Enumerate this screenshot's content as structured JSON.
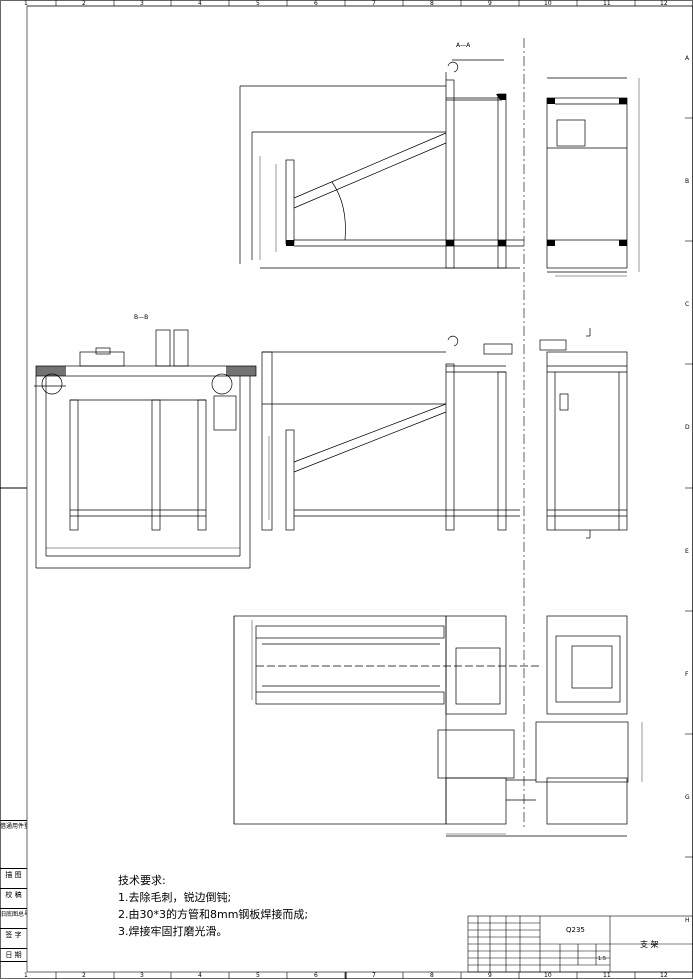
{
  "frame": {
    "columns": [
      "1",
      "2",
      "3",
      "4",
      "5",
      "6",
      "7",
      "8",
      "9",
      "10",
      "11",
      "12"
    ],
    "rows": [
      "A",
      "B",
      "C",
      "D",
      "E",
      "F",
      "G",
      "H"
    ]
  },
  "views": {
    "section_a": "A—A",
    "section_b": "B—B"
  },
  "side_stamps": [
    "借通用件登记",
    "描 图",
    "校 稿",
    "旧底图总号",
    "签 字",
    "日 期"
  ],
  "technical_requirements": {
    "title": "技术要求:",
    "items": [
      "1.去除毛刺，锐边倒钝;",
      "2.由30*3的方管和8mm钢板焊接而成;",
      "3.焊接牢固打磨光滑。"
    ]
  },
  "title_block": {
    "material": "Q235",
    "name": "支 架",
    "scale": "1:5"
  }
}
